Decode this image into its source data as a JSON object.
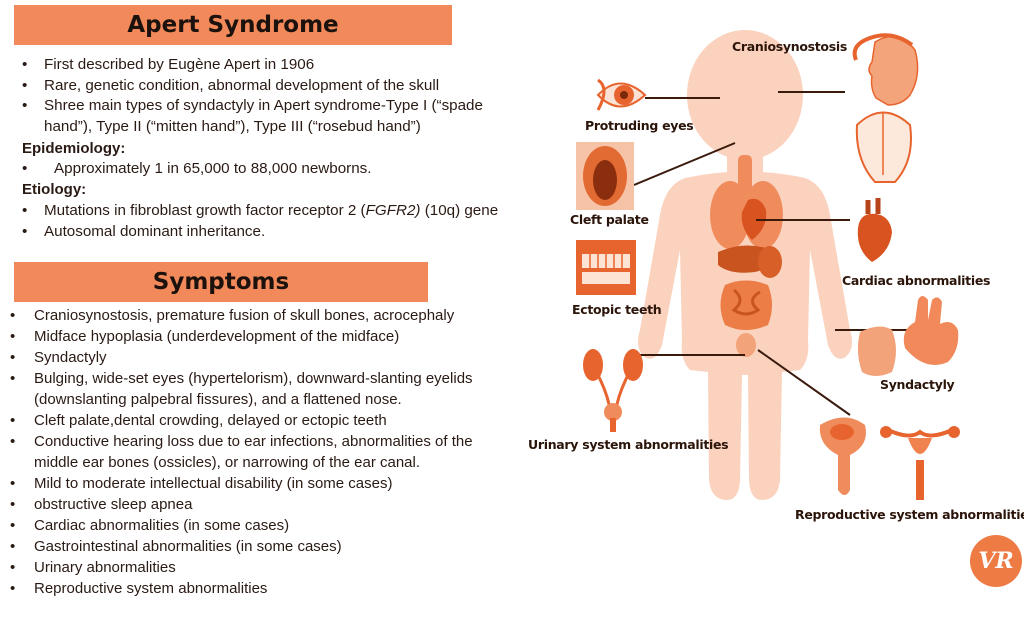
{
  "title": "Apert Syndrome",
  "intro": [
    "First described by  Eugène Apert in 1906",
    "Rare, genetic condition, abnormal development of the skull",
    "Shree main types of syndactyly in Apert syndrome-Type I (“spade hand”), Type II (“mitten hand”), Type III (“rosebud hand”)"
  ],
  "epidemiology": {
    "heading": "Epidemiology:",
    "items": [
      "Approximately 1 in 65,000 to 88,000 newborns."
    ]
  },
  "etiology": {
    "heading": "Etiology:",
    "item1_pre": "Mutations in fibroblast growth factor receptor 2 (",
    "item1_gene": "FGFR2)",
    "item1_post": " (10q) gene",
    "item2": "Autosomal dominant inheritance."
  },
  "symptoms_title": "Symptoms",
  "symptoms": [
    "Craniosynostosis, premature fusion of skull bones, acrocephaly",
    "Midface hypoplasia (underdevelopment of the midface)",
    "Syndactyly",
    "Bulging, wide-set eyes (hypertelorism), downward-slanting eyelids (downslanting palpebral fissures), and a flattened nose.",
    "Cleft palate,dental crowding, delayed or ectopic teeth",
    "Conductive hearing loss due to ear infections, abnormalities of the middle ear bones (ossicles), or narrowing of the ear canal.",
    "Mild to moderate intellectual disability (in some cases)",
    "obstructive sleep apnea",
    "Cardiac abnormalities (in some cases)",
    "Gastrointestinal abnormalities (in some cases)",
    "Urinary abnormalities",
    "Reproductive system abnormalities"
  ],
  "diagram_labels": {
    "craniosynostosis": "Craniosynostosis",
    "protruding_eyes": "Protruding eyes",
    "cleft_palate": "Cleft palate",
    "ectopic_teeth": "Ectopic teeth",
    "cardiac": "Cardiac abnormalities",
    "syndactyly": "Syndactyly",
    "urinary": "Urinary system abnormalities",
    "reproductive": "Reproductive system abnormalities"
  },
  "badge": "VR",
  "colors": {
    "banner": "#f2895a",
    "body_silhouette": "#fbd2bd",
    "organ": "#e8642e"
  }
}
